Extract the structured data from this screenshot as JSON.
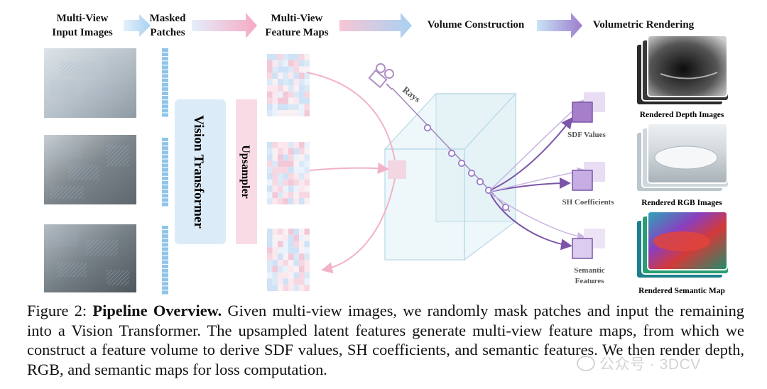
{
  "stages": [
    {
      "label_line1": "Multi-View",
      "label_line2": "Input Images"
    },
    {
      "label_line1": "Masked",
      "label_line2": "Patches"
    },
    {
      "label_line1": "Multi-View",
      "label_line2": "Feature Maps"
    },
    {
      "label_line1": "Volume Construction",
      "label_line2": ""
    },
    {
      "label_line1": "Volumetric Rendering",
      "label_line2": ""
    }
  ],
  "vit_label": "Vision Transformer",
  "upsampler_label": "Upsampler",
  "rays_label": "Rays",
  "outputs": [
    {
      "label_line1": "SDF Values",
      "label_line2": ""
    },
    {
      "label_line1": "SH Coefficients",
      "label_line2": ""
    },
    {
      "label_line1": "Semantic",
      "label_line2": "Features"
    }
  ],
  "renders": [
    {
      "label": "Rendered Depth Images"
    },
    {
      "label": "Rendered RGB Images"
    },
    {
      "label": "Rendered Semantic Map"
    }
  ],
  "caption": {
    "prefix": "Figure 2: ",
    "title": "Pipeline Overview.",
    "body": " Given multi-view images, we randomly mask patches and input the remaining into a Vision Transformer. The upsampled latent features generate multi-view feature maps, from which we construct a feature volume to derive SDF values, SH coefficients, and semantic features. We then render depth, RGB, and semantic maps for loss computation."
  },
  "watermark": "公众号 · 3DCV",
  "colors": {
    "vit_fill": "#dcebf8",
    "upsampler_fill": "#f9dbe6",
    "arrow_pink": "#f2b2c8",
    "arrow_purple": "#9b79c9",
    "ray_purple": "#8a6aa8",
    "volume_blue": "#cfe6f0"
  }
}
